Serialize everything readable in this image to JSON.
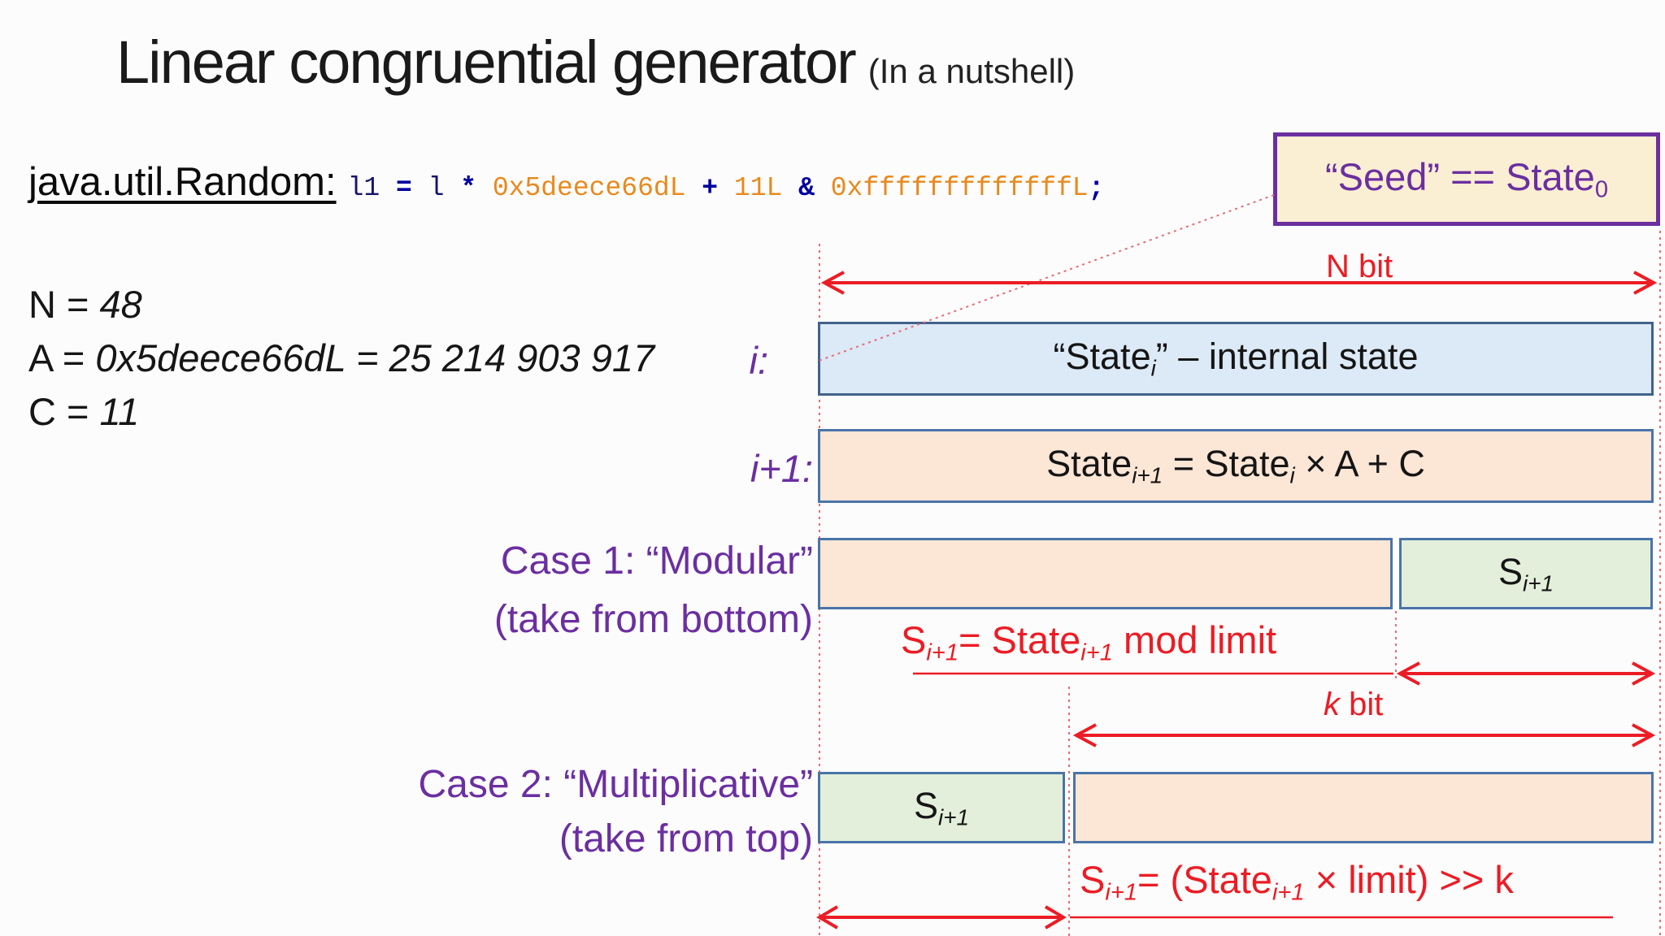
{
  "title": {
    "main": "Linear congruential generator",
    "paren": "(In a nutshell)"
  },
  "java": {
    "label": "java.util.Random:",
    "code": [
      {
        "text": "l1"
      },
      {
        "text": " = "
      },
      {
        "text": "l"
      },
      {
        "text": " * "
      },
      {
        "text": "0x5deece66dL"
      },
      {
        "text": " + "
      },
      {
        "text": "11L"
      },
      {
        "text": " & "
      },
      {
        "text": "0xfffffffffffffL"
      },
      {
        "text": ";"
      }
    ]
  },
  "params": [
    {
      "name": "N",
      "eq": " = ",
      "value": "48"
    },
    {
      "name": "A",
      "eq": " = ",
      "value": "0x5deece66dL = 25 214 903 917"
    },
    {
      "name": "C",
      "eq": " = ",
      "value": "11"
    }
  ],
  "seed_box": {
    "pre": "“Seed” == State",
    "sub": "0"
  },
  "n_bit_label": "N bit",
  "k_bit_label": {
    "k": "k",
    "bit": " bit"
  },
  "row_i": {
    "label": "i:",
    "box": {
      "pre": "“State",
      "sub": "i",
      "post": "” – internal state"
    }
  },
  "row_i1": {
    "label": "i+1:",
    "box": {
      "p1": "State",
      "s1": "i+1",
      "p2": " = State",
      "s2": "i",
      "p3": " × A + C"
    }
  },
  "case1": {
    "line1": "Case 1: “Modular”",
    "line2": "(take from bottom)",
    "s_label": {
      "pre": "S",
      "sub": "i+1"
    },
    "formula": {
      "p1": "S",
      "s1": "i+1",
      "p2": "= State",
      "s2": "i+1",
      "p3": " mod limit"
    }
  },
  "case2": {
    "line1": "Case 2: “Multiplicative”",
    "line2": "(take from top)",
    "s_label": {
      "pre": "S",
      "sub": "i+1"
    },
    "formula": {
      "p1": "S",
      "s1": "i+1",
      "p2": "= (State",
      "s2": "i+1",
      "p3": " × limit) >> k"
    }
  },
  "colors": {
    "purple": "#6b2fa0",
    "red": "#ec1c24",
    "guide_pink": "#e96a75",
    "blue_fill": "#dce9f6",
    "orange_fill": "#fce6d6",
    "green_fill": "#e3efdb",
    "seed_fill": "#fbefd3",
    "box_border": "#4a74a8",
    "code_literal": "#e8891c",
    "code_operator": "#0000a0"
  }
}
